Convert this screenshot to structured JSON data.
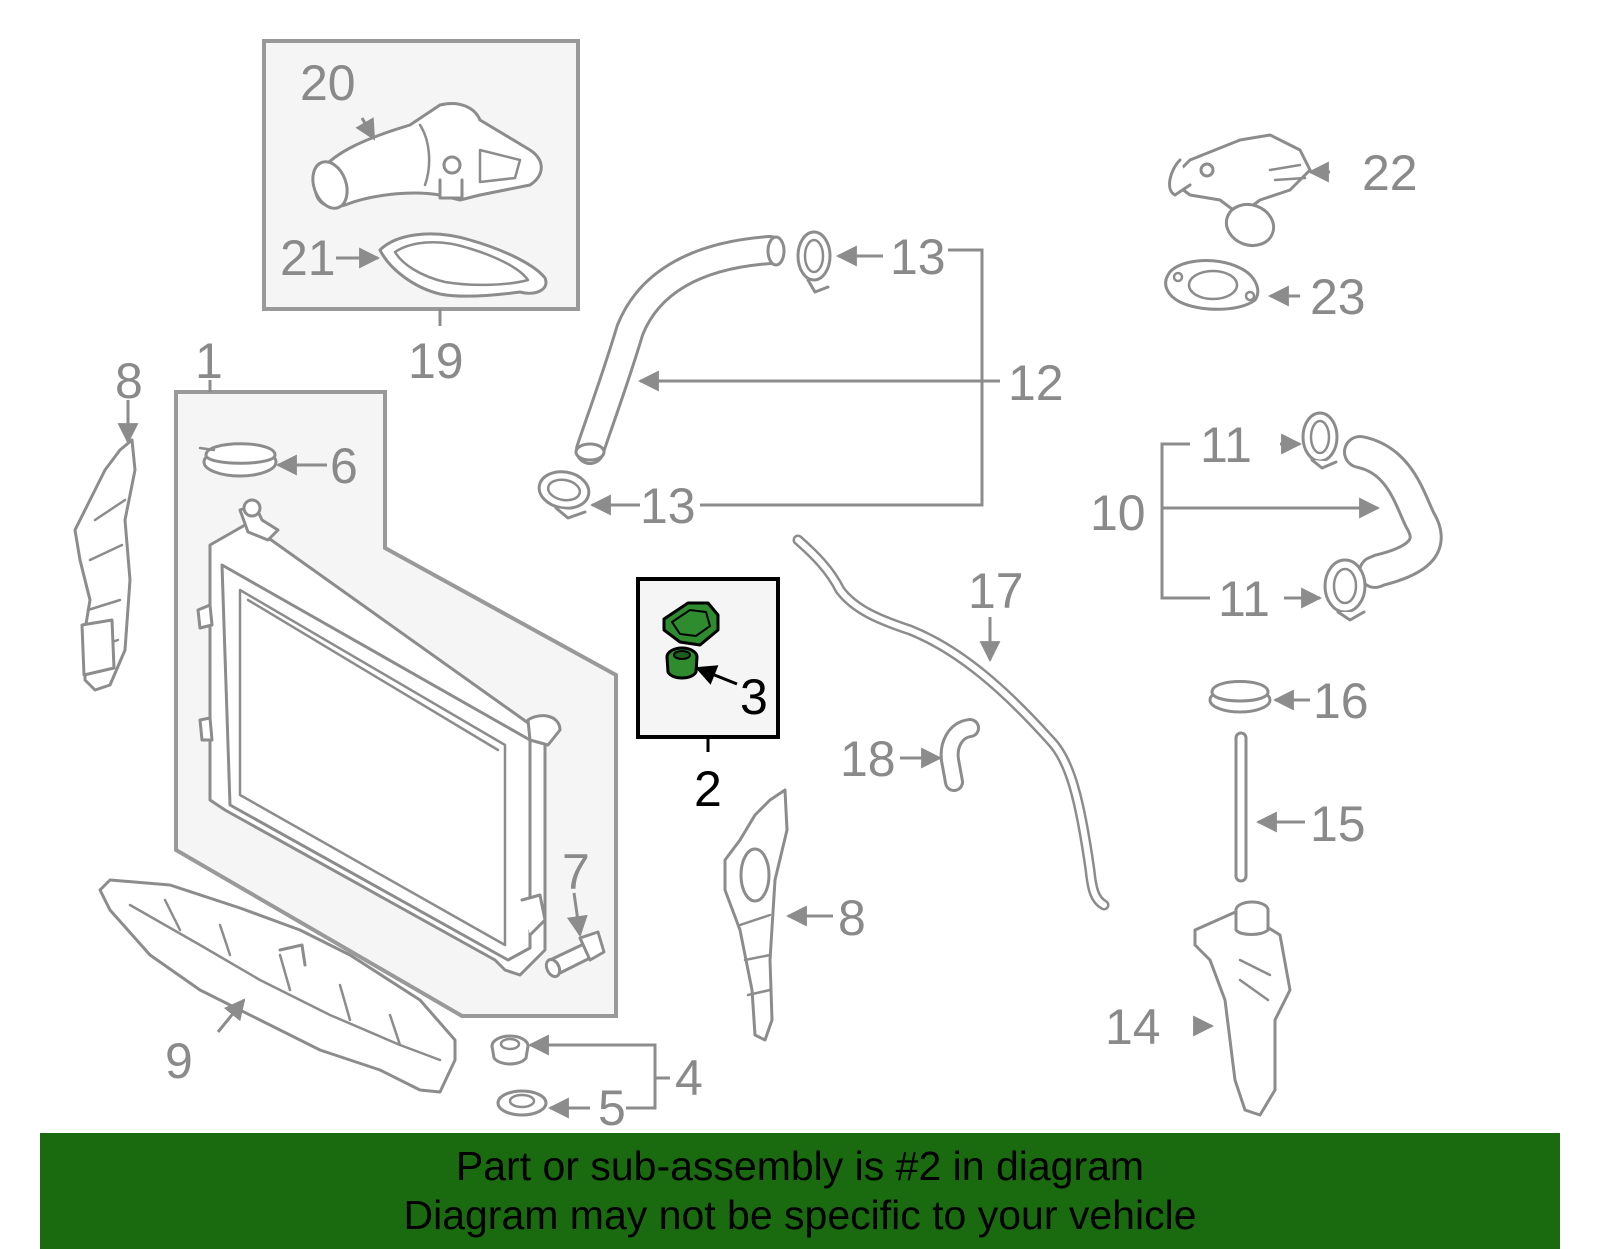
{
  "colors": {
    "banner_bg": "#1a6b10",
    "highlight": "#2e8b2e",
    "part_stroke": "#8c8c8c"
  },
  "callouts": {
    "c1": "1",
    "c2": "2",
    "c3": "3",
    "c4": "4",
    "c5": "5",
    "c6": "6",
    "c7": "7",
    "c8a": "8",
    "c8b": "8",
    "c9": "9",
    "c10": "10",
    "c11a": "11",
    "c11b": "11",
    "c12": "12",
    "c13a": "13",
    "c13b": "13",
    "c14": "14",
    "c15": "15",
    "c16": "16",
    "c17": "17",
    "c18": "18",
    "c19": "19",
    "c20": "20",
    "c21": "21",
    "c22": "22",
    "c23": "23"
  },
  "banner": {
    "line1": "Part or sub-assembly is #2 in diagram",
    "line2": "Diagram may not be specific to your vehicle"
  }
}
